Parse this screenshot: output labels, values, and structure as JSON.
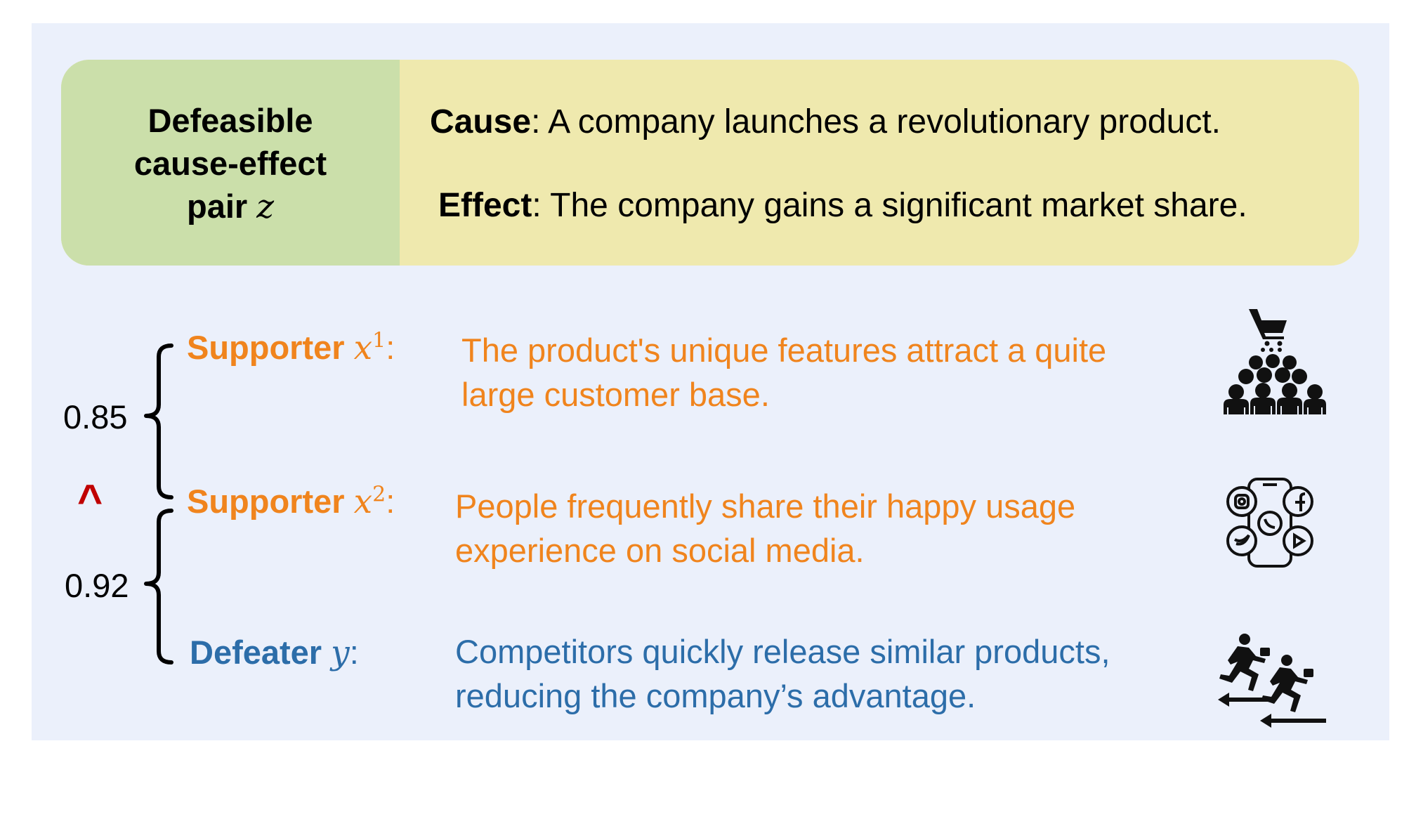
{
  "pair": {
    "label_line1": "Defeasible",
    "label_line2": "cause-effect",
    "label_line3": "pair",
    "var": "z",
    "cause_label": "Cause",
    "cause_text": ": A company launches a revolutionary product.",
    "effect_label": "Effect",
    "effect_text": ": The company gains a significant market share."
  },
  "scores": {
    "top": "0.85",
    "bottom": "0.92",
    "and_symbol": "^"
  },
  "rows": [
    {
      "role": "Supporter",
      "var": "x",
      "sup": "1",
      "colon": ":",
      "line1": "The product's unique features attract a quite",
      "line2": "large customer base."
    },
    {
      "role": "Supporter",
      "var": "x",
      "sup": "2",
      "colon": ":",
      "line1": "People frequently share their happy usage",
      "line2": "experience on social media."
    },
    {
      "role": "Defeater",
      "var": "y",
      "colon": ":",
      "line1": "Competitors quickly release similar products,",
      "line2": "reducing the company’s advantage."
    }
  ],
  "icons": [
    "shopping-cart-crowd-icon",
    "social-media-phone-icon",
    "competitors-running-icon"
  ],
  "colors": {
    "supporter": "#f0841d",
    "defeater": "#2c6da9",
    "and_symbol": "#c00000",
    "pair_cell": "#cbdfaa",
    "cause_effect_cell": "#efe9ae",
    "panel": "#ebf0fb"
  }
}
